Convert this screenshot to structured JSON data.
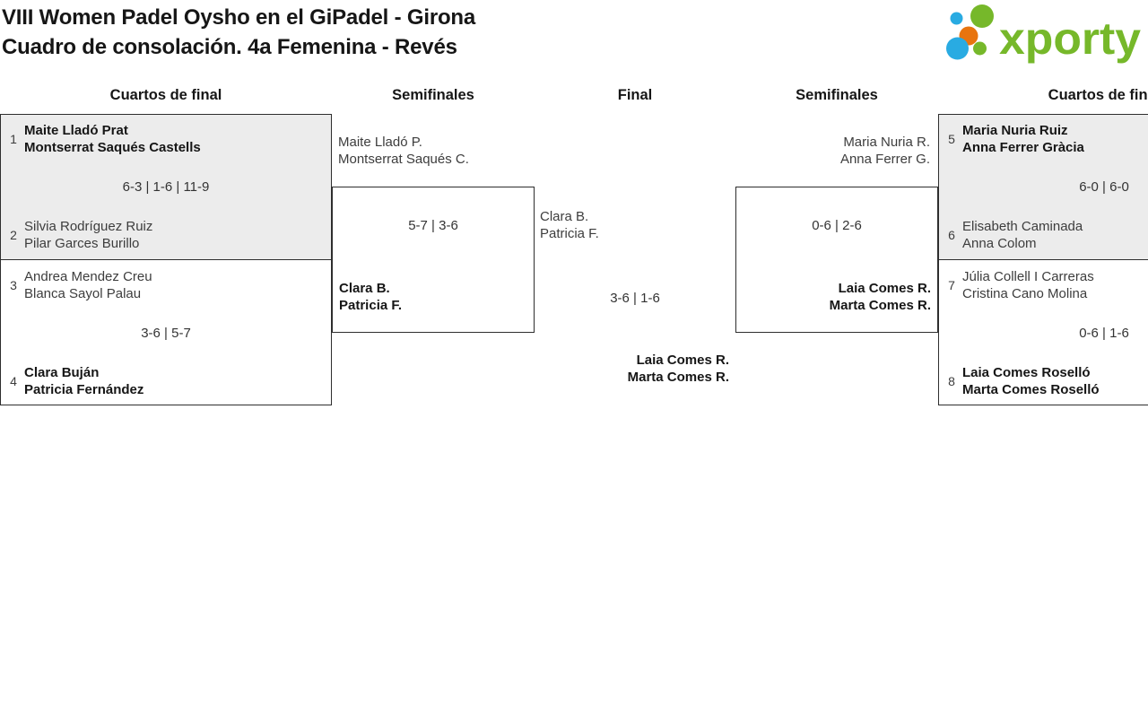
{
  "title": {
    "line1": "VIII Women Padel Oysho en el GiPadel - Girona",
    "line2": "Cuadro de consolación. 4a Femenina - Revés"
  },
  "logo": {
    "text": "xporty",
    "colors": {
      "green": "#76b82a",
      "blue": "#29abe2",
      "orange": "#e8740e"
    }
  },
  "rounds": {
    "qf_left": "Cuartos de final",
    "sf_left": "Semifinales",
    "final": "Final",
    "sf_right": "Semifinales",
    "qf_right": "Cuartos de final"
  },
  "matches": {
    "qf1": {
      "seed_a": "1",
      "team_a1": "Maite Lladó Prat",
      "team_a2": "Montserrat Saqués Castells",
      "score": "6-3 | 1-6 | 11-9",
      "seed_b": "2",
      "team_b1": "Silvia Rodríguez Ruiz",
      "team_b2": "Pilar Garces Burillo"
    },
    "qf2": {
      "seed_a": "3",
      "team_a1": "Andrea Mendez Creu",
      "team_a2": "Blanca Sayol Palau",
      "score": "3-6 | 5-7",
      "seed_b": "4",
      "team_b1": "Clara Buján",
      "team_b2": "Patricia Fernández"
    },
    "sf_left": {
      "team_a1": "Maite Lladó P.",
      "team_a2": "Montserrat Saqués C.",
      "score": "5-7 | 3-6",
      "team_b1": "Clara B.",
      "team_b2": "Patricia F."
    },
    "final": {
      "team_a1": "Clara B.",
      "team_a2": "Patricia F.",
      "score": "3-6 | 1-6",
      "team_b1": "Laia Comes R.",
      "team_b2": "Marta Comes R."
    },
    "sf_right": {
      "team_a1": "Maria Nuria R.",
      "team_a2": "Anna Ferrer G.",
      "score": "0-6 | 2-6",
      "team_b1": "Laia Comes R.",
      "team_b2": "Marta Comes R."
    },
    "qf3": {
      "seed_a": "5",
      "team_a1": "Maria Nuria Ruiz",
      "team_a2": "Anna Ferrer Gràcia",
      "score": "6-0 | 6-0",
      "seed_b": "6",
      "team_b1": "Elisabeth Caminada",
      "team_b2": "Anna Colom"
    },
    "qf4": {
      "seed_a": "7",
      "team_a1": "Júlia Collell I Carreras",
      "team_a2": "Cristina Cano Molina",
      "score": "0-6 | 1-6",
      "seed_b": "8",
      "team_b1": "Laia Comes Roselló",
      "team_b2": "Marta Comes Roselló"
    }
  }
}
